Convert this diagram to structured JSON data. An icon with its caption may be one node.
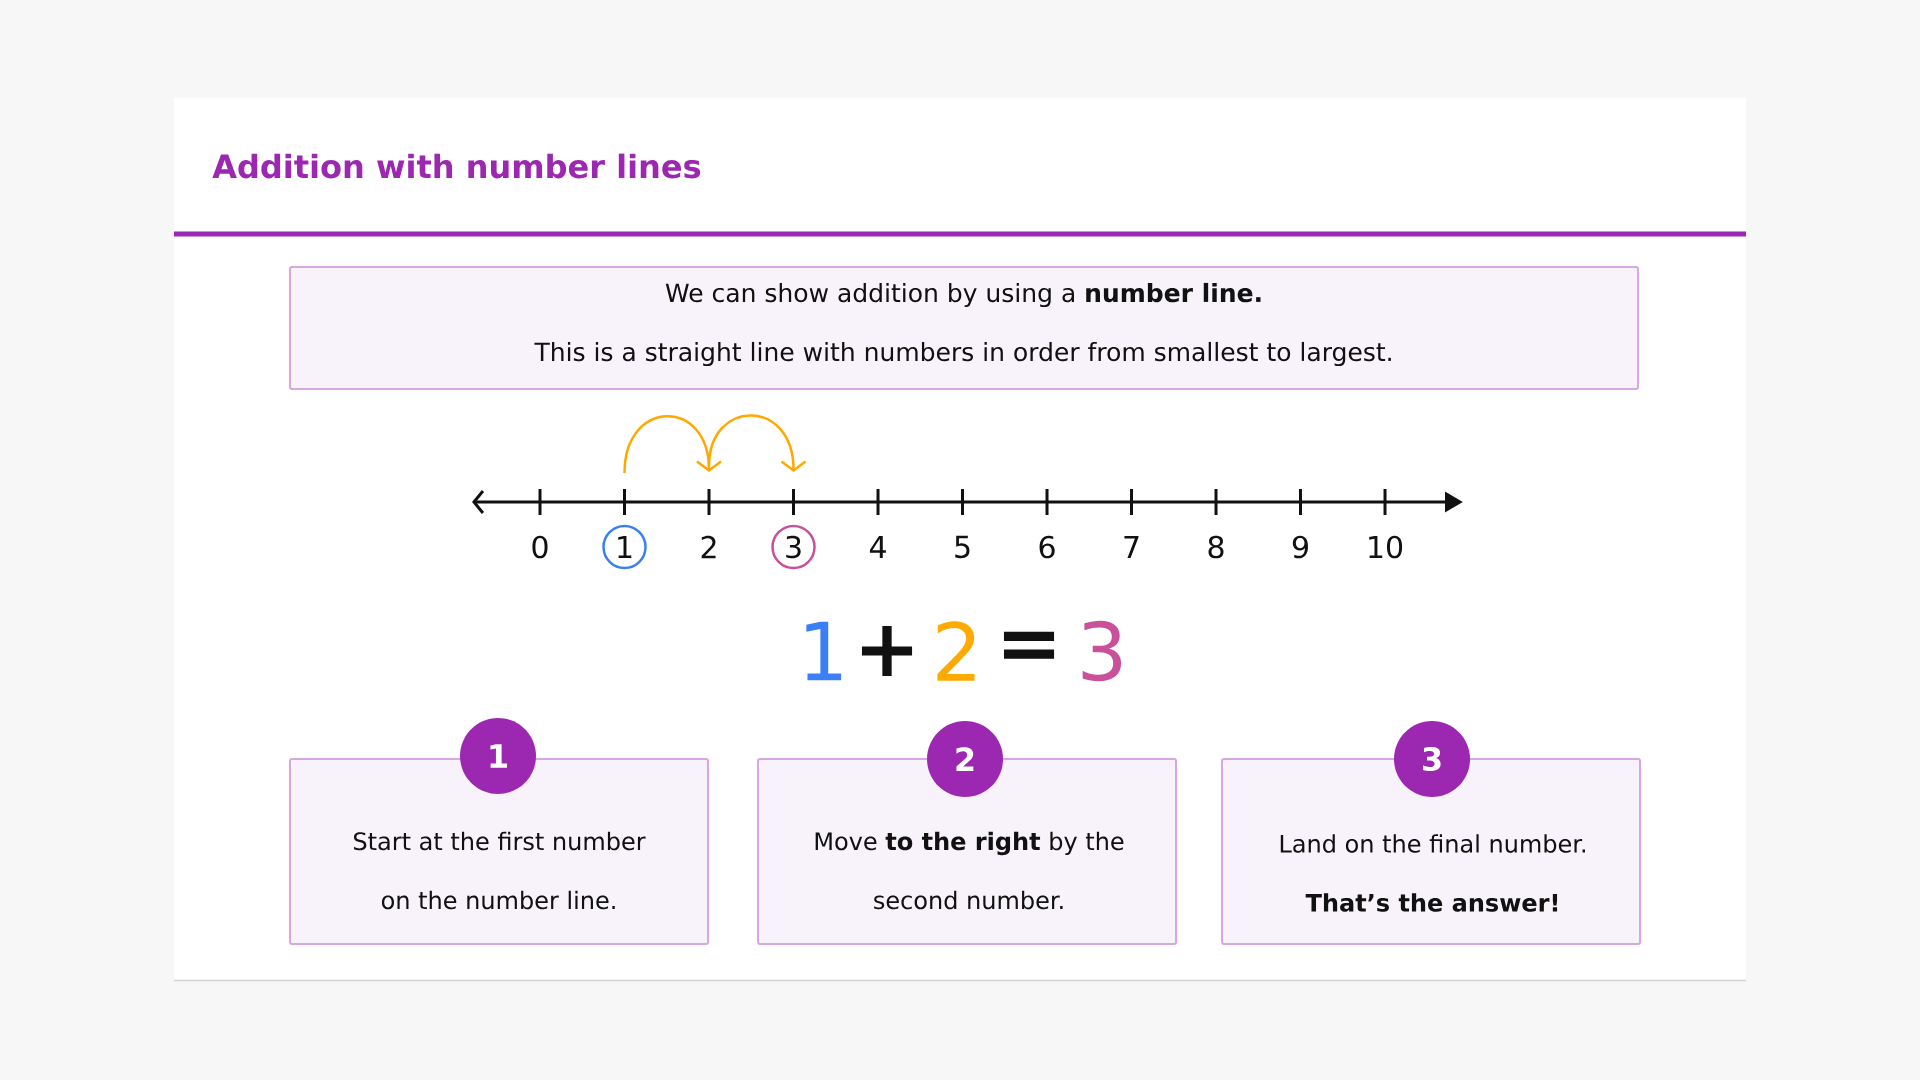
{
  "diagram": {
    "title": "Addition with number lines",
    "nodes": [
      {
        "text": [
          "We can show addition by using a **number line.**",
          "This is a straight line with numbers in order from smallest to largest."
        ]
      },
      {
        "text": [
          "1"
        ]
      },
      {
        "text": [
          "3"
        ]
      },
      {
        "text": [
          "1"
        ]
      },
      {
        "text": [
          "Start at the first number on the number line."
        ]
      },
      {
        "text": [
          "2"
        ]
      },
      {
        "text": [
          "Move **to the right** by the second number."
        ]
      },
      {
        "text": [
          "3"
        ]
      },
      {
        "text": [
          "Land on the final number.",
          "That’s the answer!"
        ]
      }
    ],
    "labels": [
      "0",
      "2",
      "4",
      "5",
      "6",
      "7",
      "8",
      "9",
      "10",
      "1",
      "+",
      "2",
      "=",
      "3"
    ]
  }
}
